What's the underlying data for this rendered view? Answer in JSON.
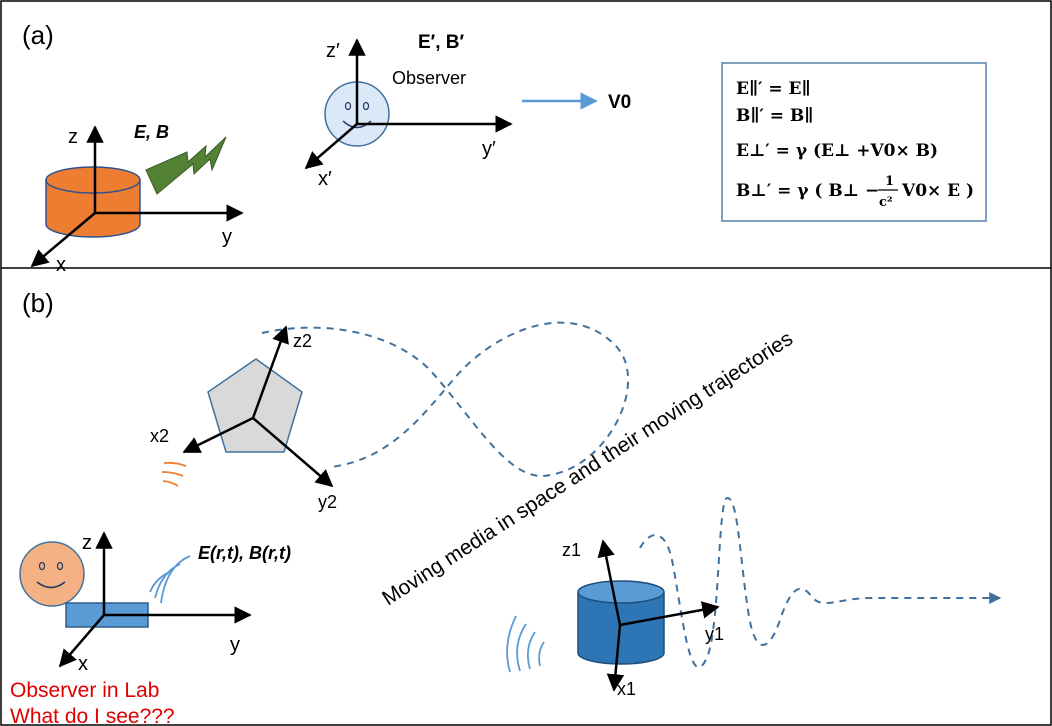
{
  "panel_a": {
    "label": "(a)",
    "lab_axes": {
      "z": "z",
      "y": "y",
      "x": "x"
    },
    "field_label_lab": "E, B",
    "observer_axes": {
      "z": "z′",
      "y": "y′",
      "x": "x′"
    },
    "field_label_observer": "E′, B′",
    "observer_label": "Observer",
    "velocity_label": "V0",
    "equations": {
      "line1": "E∥′ = E∥",
      "line2": "B∥′ = B∥",
      "line3": "E⊥′ = γ (E⊥ +V0× B)",
      "line4_left": "B⊥′ = γ ( B⊥ −",
      "line4_frac_num": "1",
      "line4_frac_den": "c²",
      "line4_right": "V0× E )"
    }
  },
  "panel_b": {
    "label": "(b)",
    "pentagon_axes": {
      "z": "z2",
      "x": "x2",
      "y": "y2"
    },
    "cylinder_axes": {
      "z": "z1",
      "y": "y1",
      "x": "x1"
    },
    "lab_axes": {
      "z": "z",
      "y": "y",
      "x": "x"
    },
    "field_label": "E(r,t), B(r,t)",
    "trajectory_caption": "Moving media in space and their moving trajectories",
    "observer_caption_line1": "Observer in Lab",
    "observer_caption_line2": "What do I see???"
  },
  "colors": {
    "orange": "#ed7d31",
    "green": "#548235",
    "blue_dash": "#41719c",
    "cylinder_blue": "#2e75b6",
    "face_blue": "#dae8f8",
    "box_border": "#7f9fbf",
    "caption_red": "#e00000",
    "gray": "#d9d9d9"
  }
}
